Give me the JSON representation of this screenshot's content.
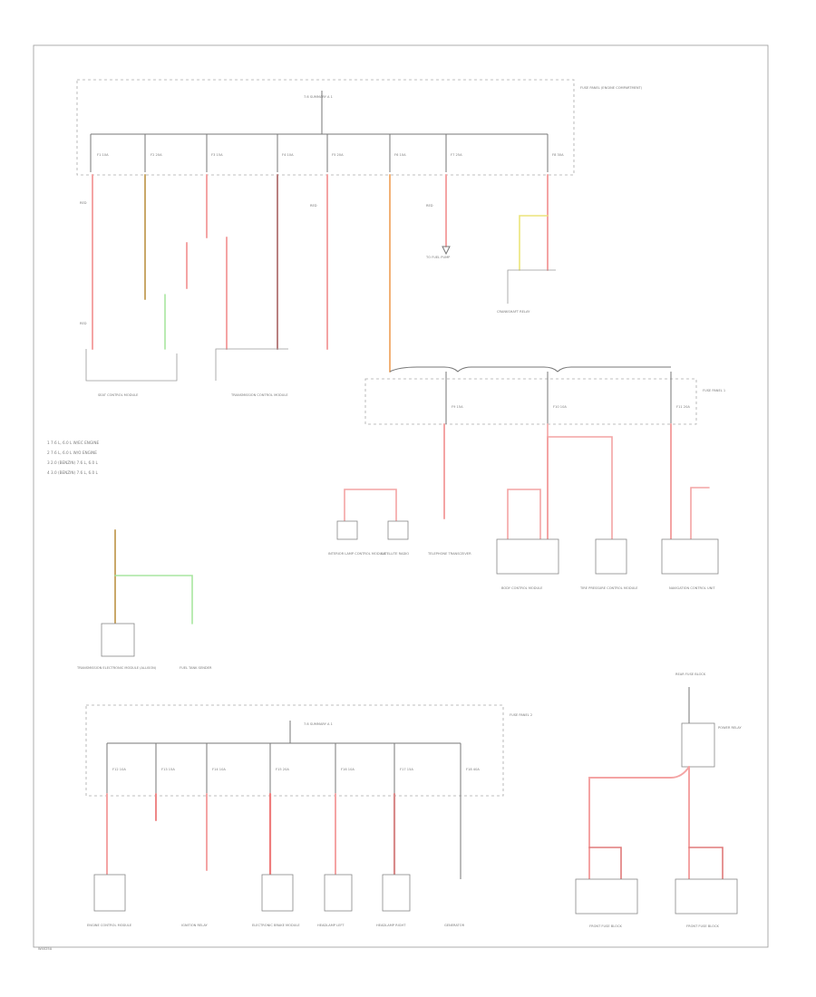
{
  "diagram": {
    "title": "",
    "legend": [
      "1  7.6 L, 6.0 L W/EC ENGINE",
      "2  7.6 L, 6.0 L W/O ENGINE",
      "3  2.0 (BENZIN) 7.6 L, 6.0 L",
      "4  3.0 (BENZIN) 7.6 L, 6.0 L"
    ],
    "top_block": {
      "label": "FUSE PANEL (ENGINE COMPARTMENT)",
      "ref": "7.6 SUMMARY A 1"
    },
    "fuse_block_2": {
      "label": "FUSE PANEL 1",
      "ref": ""
    },
    "fuse_block_3": {
      "label": "FUSE PANEL 2",
      "ref": "7.6 SUMMARY A 1"
    },
    "bus_ref": "7.6 SUMMARY A 1",
    "components": {
      "seat_control": "SEAT CONTROL MODULE",
      "transmission_control": "TRANSMISSION CONTROL MODULE",
      "fuel_pump_note": "TO FUEL PUMP",
      "crankshaft_relay": "CRANKSHAFT RELAY",
      "interior_lamp": "INTERIOR LAMP CONTROL MODULE",
      "satellite_radio": "SATELLITE RADIO",
      "telephone": "TELEPHONE TRANSCEIVER",
      "body_control": "BODY CONTROL MODULE",
      "tire_pressure": "TIRE PRESSURE CONTROL MODULE",
      "navigation": "NAVIGATION CONTROL UNIT",
      "trans_electronic": "TRANSMISSION ELECTRONIC MODULE (ALLISON)",
      "fuel_tank": "FUEL TANK SENDER",
      "engine_control": "ENGINE CONTROL MODULE",
      "ignition_relay": "IGNITION RELAY",
      "electronic_brake": "ELECTRONIC BRAKE MODULE",
      "headlamp_left": "HEADLAMP LEFT",
      "headlamp_right": "HEADLAMP RIGHT",
      "generator": "GENERATOR",
      "rear_fuse": "REAR FUSE BLOCK",
      "power_relay": "POWER RELAY",
      "front_fuse_block": "FRONT FUSE BLOCK"
    },
    "fuses_top": [
      "F1 10A",
      "F2 20A",
      "F3 15A",
      "F4 10A",
      "F5 20A",
      "F6 10A",
      "F7 25A",
      "F8 30A"
    ],
    "fuses_mid": [
      "F9 15A",
      "F10 10A",
      "F11 20A"
    ],
    "fuses_bottom": [
      "F12 10A",
      "F13 15A",
      "F14 10A",
      "F15 20A",
      "F16 10A",
      "F17 15A",
      "F18 40A"
    ],
    "wire_code": "RED",
    "image_code": "W4025A",
    "colors": {
      "red": "#f4a4a4",
      "orange": "#f2b277",
      "green": "#a8e6a0",
      "yellow": "#ebe47a",
      "gold": "#c9a86a",
      "maroon": "#b98080",
      "frame": "#9a9a9a"
    }
  }
}
